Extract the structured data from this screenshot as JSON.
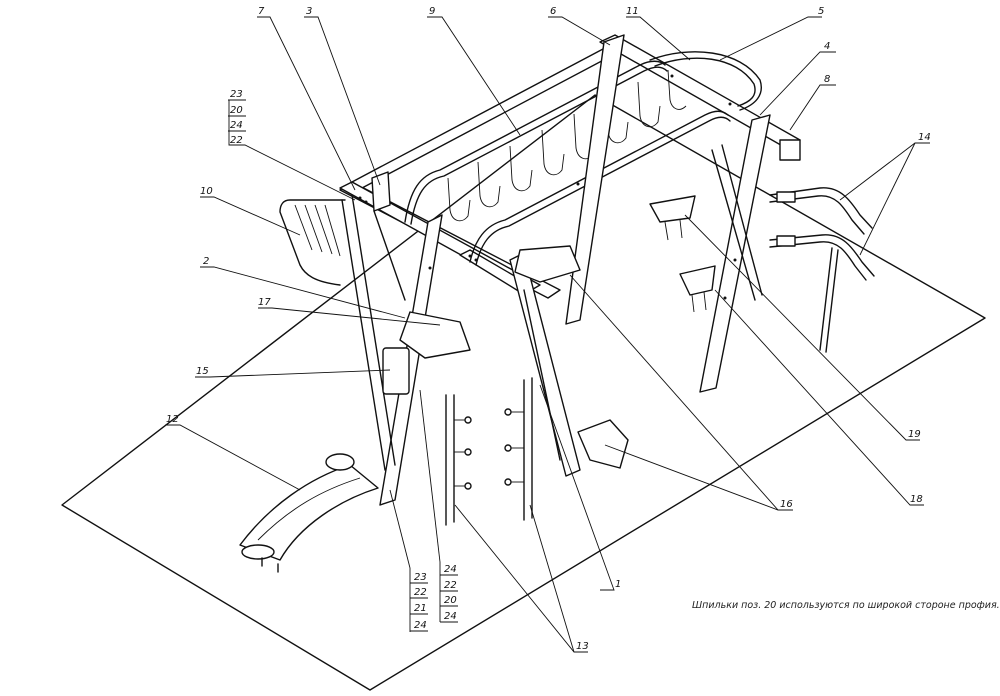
{
  "labels": {
    "p1": "1",
    "p2": "2",
    "p3": "3",
    "p4": "4",
    "p5": "5",
    "p6": "6",
    "p7": "7",
    "p8": "8",
    "p9": "9",
    "p10": "10",
    "p11": "11",
    "p12": "12",
    "p13": "13",
    "p14": "14",
    "p15": "15",
    "p16": "16",
    "p17": "17",
    "p18": "18",
    "p19": "19"
  },
  "stack_top_left": [
    "23",
    "20",
    "24",
    "22"
  ],
  "stack_bottom_left": [
    "23",
    "22",
    "21",
    "24"
  ],
  "stack_bottom_right": [
    "24",
    "22",
    "20",
    "24"
  ],
  "note": "Шпильки поз. 20 используются по широкой стороне профия."
}
